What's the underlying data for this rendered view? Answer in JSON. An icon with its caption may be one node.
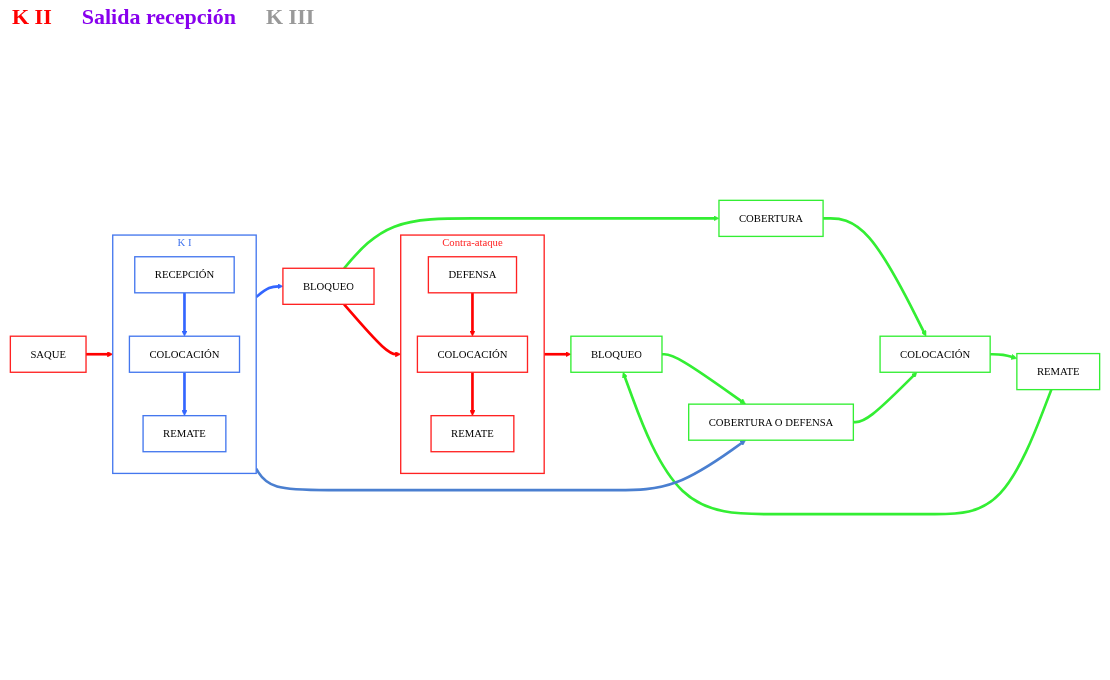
{
  "diagram": {
    "nodes": [
      {
        "text": [
          "K I"
        ]
      },
      {
        "text": [
          "RECEPCIÓN"
        ],
        "in": 0
      },
      {
        "text": [
          "COLOCACIÓN"
        ],
        "in": 0
      },
      {
        "text": [
          "REMATE"
        ],
        "in": 0
      },
      {
        "text": [
          "SAQUE"
        ]
      },
      {
        "text": [
          "BLOQUEO"
        ]
      },
      {
        "text": [
          "COBERTURA"
        ]
      },
      {
        "text": [
          "Contra-ataque"
        ]
      },
      {
        "text": [
          "DEFENSA"
        ],
        "in": 7
      },
      {
        "text": [
          "COLOCACIÓN"
        ],
        "in": 7
      },
      {
        "text": [
          "REMATE"
        ],
        "in": 7
      },
      {
        "text": [
          "COLOCACIÓN"
        ]
      },
      {
        "text": [
          "COBERTURA O DEFENSA"
        ]
      },
      {
        "text": [
          "REMATE"
        ]
      },
      {
        "text": [
          "BLOQUEO"
        ]
      }
    ],
    "edges": [
      {
        "from": 1,
        "to": 2,
        "arrow": "to",
        "color": "#3366ff"
      },
      {
        "from": 2,
        "to": 3,
        "arrow": "to",
        "color": "#3366ff"
      },
      {
        "from": 4,
        "to": 0,
        "arrow": "to",
        "color": "#ff0000"
      },
      {
        "from": 0,
        "to": 5,
        "arrow": "to",
        "color": "#3366ff"
      },
      {
        "from": 0,
        "to": 12,
        "arrow": "to",
        "color": "#4a7fd0"
      },
      {
        "from": 5,
        "to": 6,
        "arrow": "to"
      },
      {
        "from": 5,
        "to": 7,
        "arrow": "to",
        "color": "#ff0000"
      },
      {
        "from": 6,
        "to": 11,
        "arrow": "to"
      },
      {
        "from": 11,
        "to": 13,
        "arrow": "to"
      },
      {
        "from": 13,
        "to": 14,
        "arrow": "to"
      },
      {
        "from": 14,
        "to": 12,
        "arrow": "to"
      },
      {
        "from": 12,
        "to": 11,
        "arrow": "to"
      },
      {
        "from": 8,
        "to": 9,
        "arrow": "to",
        "color": "#ff0000"
      },
      {
        "from": 9,
        "to": 10,
        "arrow": "to",
        "color": "#ff0000"
      },
      {
        "from": 7,
        "to": 14,
        "arrow": "to",
        "color": "#ff0000"
      }
    ],
    "labels": [
      "K II",
      "Salida recepción",
      "K III"
    ]
  }
}
